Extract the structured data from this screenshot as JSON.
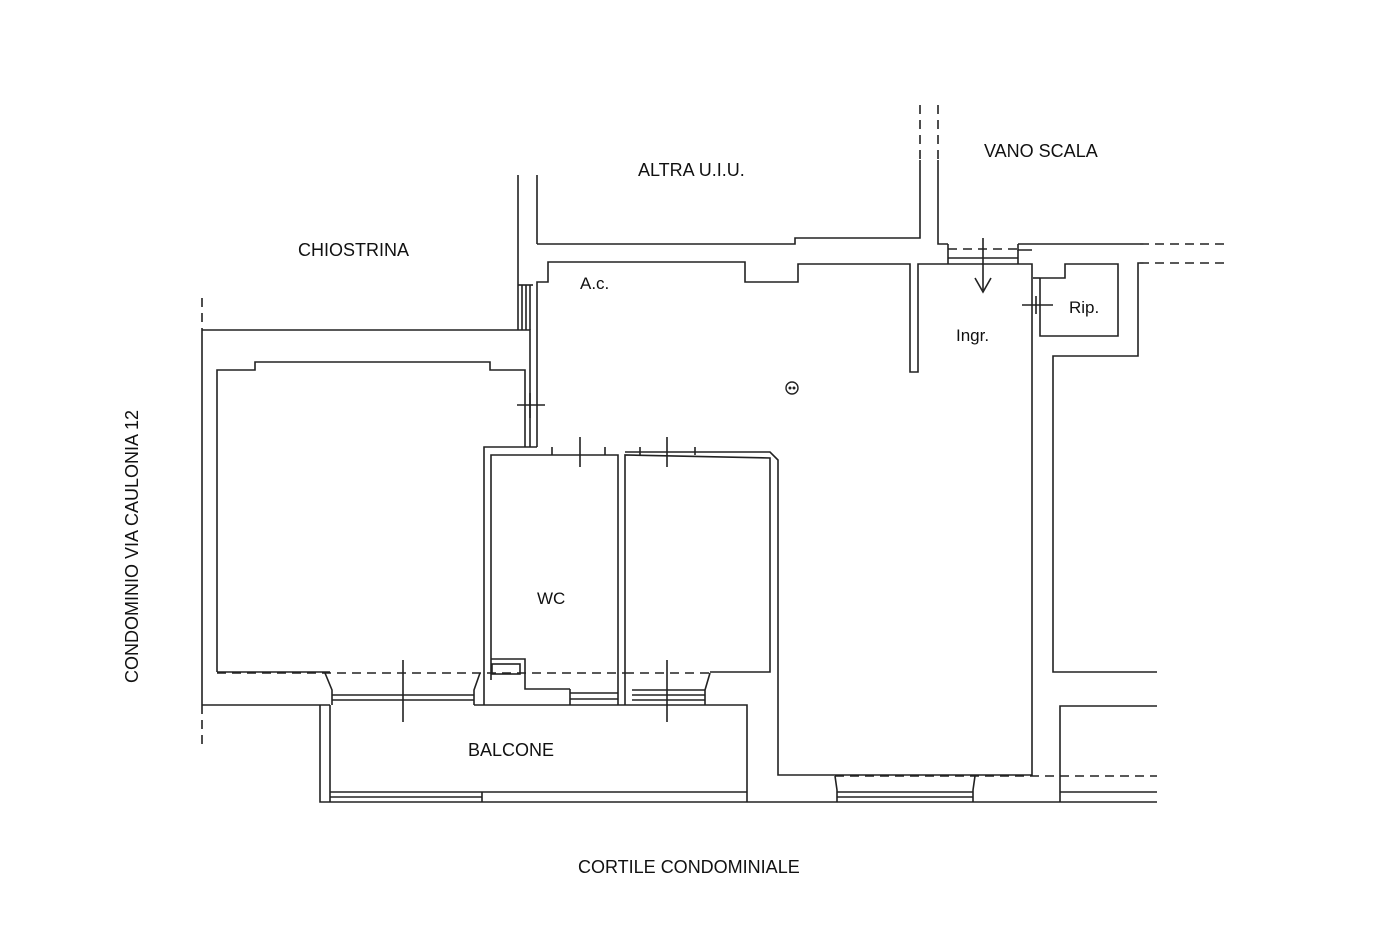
{
  "labels": {
    "altra_uiu": "ALTRA U.I.U.",
    "vano_scala": "VANO SCALA",
    "chiostrina": "CHIOSTRINA",
    "ac": "A.c.",
    "ingr": "Ingr.",
    "rip": "Rip.",
    "wc": "WC",
    "balcone": "BALCONE",
    "cortile": "CORTILE CONDOMINIALE",
    "condominio": "CONDOMINIO VIA CAULONIA 12"
  }
}
